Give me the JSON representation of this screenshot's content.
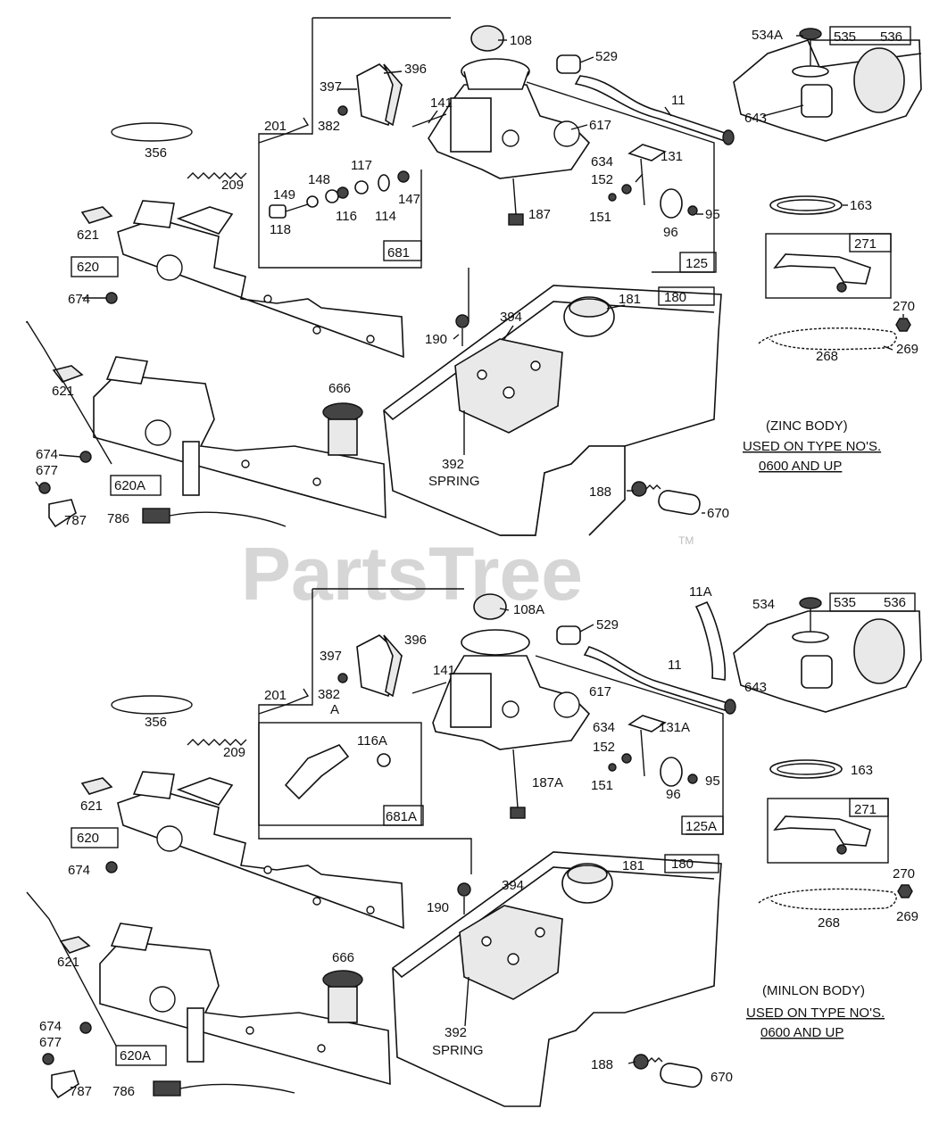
{
  "watermark": {
    "text": "PartsTree",
    "tm": "TM"
  },
  "top": {
    "labels": {
      "p108": "108",
      "p529": "529",
      "p534": "534A",
      "p535": "535",
      "p536": "536",
      "p397": "397",
      "p396": "396",
      "p141": "141",
      "p11": "11",
      "p382": "382",
      "p201": "201",
      "p356": "356",
      "p617": "617",
      "p131": "131",
      "p634": "634",
      "p643": "643",
      "p209": "209",
      "p117": "117",
      "p148": "148",
      "p149": "149",
      "p147": "147",
      "p116": "116",
      "p114": "114",
      "p118": "118",
      "p152": "152",
      "p187": "187",
      "p151": "151",
      "p95": "95",
      "p96": "96",
      "p163": "163",
      "p621": "621",
      "p681": "681",
      "p125": "125",
      "p271": "271",
      "p620": "620",
      "p674": "674",
      "p181": "181",
      "p180": "180",
      "p270": "270",
      "p394": "394",
      "p190": "190",
      "p268": "268",
      "p269": "269",
      "p666": "666",
      "p621b": "621",
      "p674b": "674",
      "p677": "677",
      "p620a": "620A",
      "p392": "392",
      "spring": "SPRING",
      "p188": "188",
      "p670": "670",
      "p787": "787",
      "p786": "786"
    },
    "note": {
      "line1": "(ZINC BODY)",
      "line2": "USED ON TYPE NO'S.",
      "line3": "0600 AND UP"
    }
  },
  "bottom": {
    "labels": {
      "p108a": "108A",
      "p11a": "11A",
      "p529": "529",
      "p534": "534",
      "p535": "535",
      "p536": "536",
      "p397": "397",
      "p396": "396",
      "p141": "141",
      "p11": "11",
      "p382a": "382",
      "p382a2": "A",
      "p201": "201",
      "p356": "356",
      "p617": "617",
      "p634": "634",
      "p131a": "131A",
      "p643": "643",
      "p209": "209",
      "p116a": "116A",
      "p152": "152",
      "p151": "151",
      "p95": "95",
      "p96": "96",
      "p187a": "187A",
      "p163": "163",
      "p621": "621",
      "p681a": "681A",
      "p125a": "125A",
      "p271": "271",
      "p620": "620",
      "p674": "674",
      "p181": "181",
      "p180": "180",
      "p270": "270",
      "p394": "394",
      "p190": "190",
      "p268": "268",
      "p269": "269",
      "p666": "666",
      "p621b": "621",
      "p674b": "674",
      "p677": "677",
      "p620a": "620A",
      "p392": "392",
      "spring": "SPRING",
      "p188": "188",
      "p670": "670",
      "p787": "787",
      "p786": "786"
    },
    "note": {
      "line1": "(MINLON BODY)",
      "line2": "USED ON TYPE NO'S.",
      "line3": "0600 AND UP"
    }
  }
}
